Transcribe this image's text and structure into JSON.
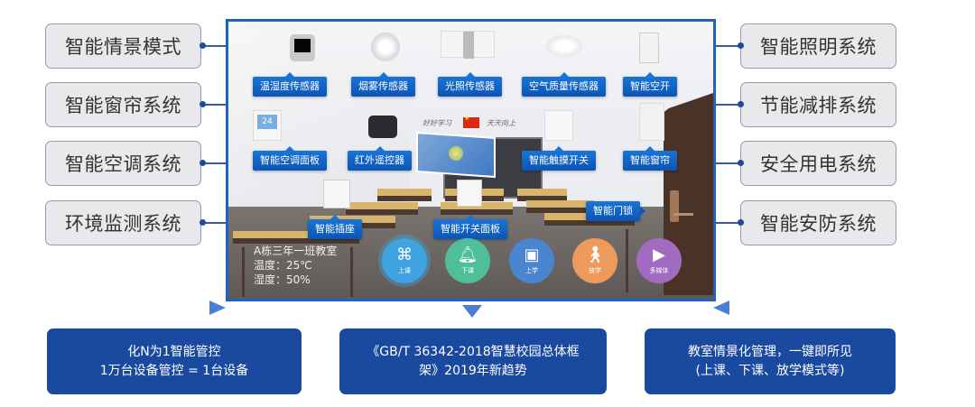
{
  "left_systems": [
    {
      "label": "智能情景模式"
    },
    {
      "label": "智能窗帘系统"
    },
    {
      "label": "智能空调系统"
    },
    {
      "label": "环境监测系统"
    }
  ],
  "right_systems": [
    {
      "label": "智能照明系统"
    },
    {
      "label": "节能减排系统"
    },
    {
      "label": "安全用电系统"
    },
    {
      "label": "智能安防系统"
    }
  ],
  "scene": {
    "devices": [
      {
        "label": "温湿度传感器"
      },
      {
        "label": "烟雾传感器"
      },
      {
        "label": "光照传感器"
      },
      {
        "label": "空气质量传感器"
      },
      {
        "label": "智能空开"
      },
      {
        "label": "智能空调面板"
      },
      {
        "label": "红外遥控器"
      },
      {
        "label": "智能触摸开关"
      },
      {
        "label": "智能窗帘"
      },
      {
        "label": "智能插座"
      },
      {
        "label": "智能开关面板"
      },
      {
        "label": "智能门锁"
      }
    ],
    "banner": {
      "left": "好好学习",
      "right": "天天向上"
    },
    "room": {
      "name": "A栋三年一班教室",
      "temperature": "温度：25℃",
      "humidity": "湿度：50%"
    },
    "modes": [
      {
        "label": "上课",
        "icon": "class-start-icon",
        "color": "#3ea3de"
      },
      {
        "label": "下课",
        "icon": "bell-icon",
        "color": "#4fbf9a"
      },
      {
        "label": "上学",
        "icon": "backpack-icon",
        "color": "#4a86d0"
      },
      {
        "label": "放学",
        "icon": "walking-icon",
        "color": "#ee9a5c"
      },
      {
        "label": "多媒体",
        "icon": "film-icon",
        "color": "#a06bc0"
      }
    ]
  },
  "info_boxes": [
    {
      "line1": "化N为1智能管控",
      "line2": "1万台设备管控 = 1台设备"
    },
    {
      "line1": "《GB/T 36342-2018智慧校园总体框",
      "line2": "架》2019年新趋势"
    },
    {
      "line1": "教室情景化管理，一键即所见",
      "line2": "(上课、下课、放学模式等)"
    }
  ],
  "colors": {
    "accent_blue": "#1e63c4",
    "info_box": "#1a4aa0",
    "side_box_bg": "#e9e9ec"
  }
}
